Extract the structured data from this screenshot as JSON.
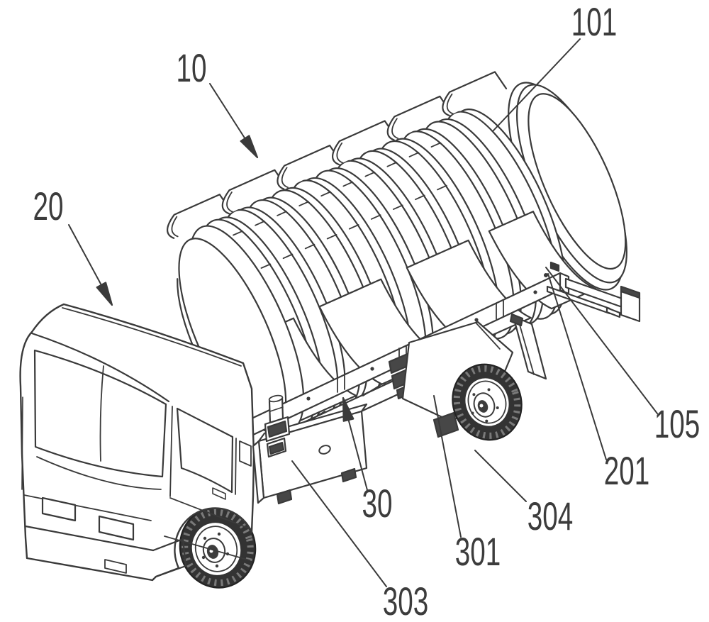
{
  "figure": {
    "background_color": "#ffffff",
    "line_color": "#3a3a3a",
    "callouts": [
      {
        "id": "10",
        "label": "10",
        "arrow": true
      },
      {
        "id": "101",
        "label": "101",
        "arrow": false
      },
      {
        "id": "20",
        "label": "20",
        "arrow": true
      },
      {
        "id": "105",
        "label": "105",
        "arrow": false
      },
      {
        "id": "201",
        "label": "201",
        "arrow": false
      },
      {
        "id": "304",
        "label": "304",
        "arrow": false
      },
      {
        "id": "301",
        "label": "301",
        "arrow": false
      },
      {
        "id": "30",
        "label": "30",
        "arrow": true
      },
      {
        "id": "303",
        "label": "303",
        "arrow": false
      }
    ]
  }
}
